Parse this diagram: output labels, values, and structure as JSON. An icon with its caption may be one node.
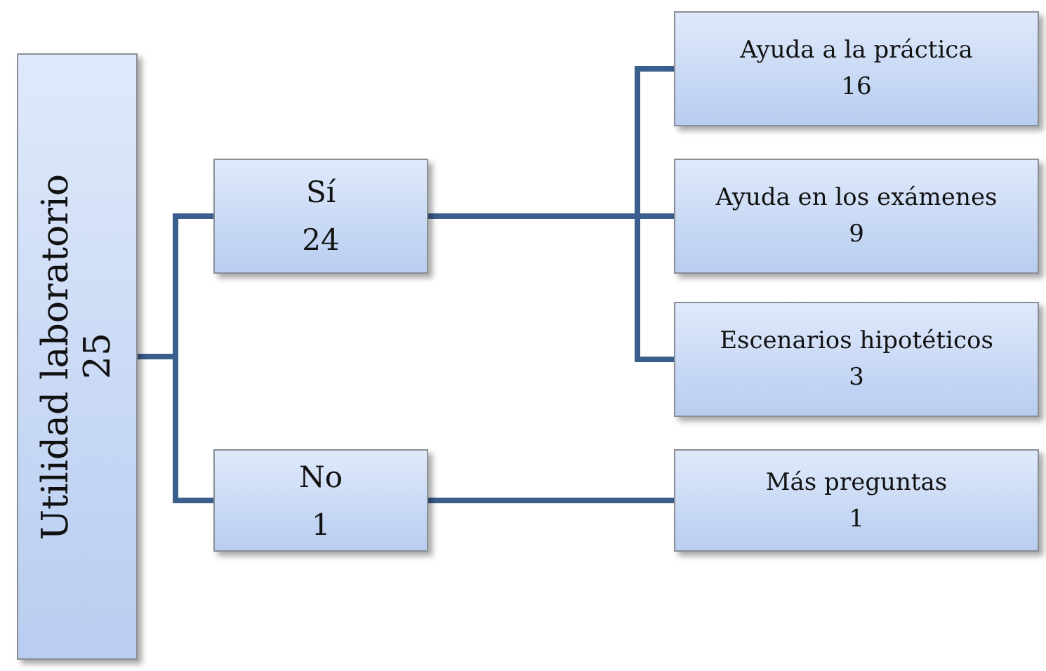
{
  "diagram": {
    "nodes": [
      {
        "text": [
          "Utilidad laboratorio",
          "25"
        ]
      },
      {
        "text": [
          "Sí",
          "24"
        ]
      },
      {
        "text": [
          "No",
          "1"
        ]
      },
      {
        "text": [
          "Ayuda a la práctica",
          "16"
        ]
      },
      {
        "text": [
          "Ayuda en los exámenes",
          "9"
        ]
      },
      {
        "text": [
          "Escenarios hipotéticos",
          "3"
        ]
      },
      {
        "text": [
          "Más preguntas",
          "1"
        ]
      }
    ],
    "edges": [
      {
        "from": 0,
        "to": 1,
        "arrow": "none"
      },
      {
        "from": 0,
        "to": 2,
        "arrow": "none"
      },
      {
        "from": 1,
        "to": 3,
        "arrow": "none"
      },
      {
        "from": 1,
        "to": 4,
        "arrow": "none"
      },
      {
        "from": 1,
        "to": 5,
        "arrow": "none"
      },
      {
        "from": 2,
        "to": 6,
        "arrow": "none"
      }
    ]
  }
}
